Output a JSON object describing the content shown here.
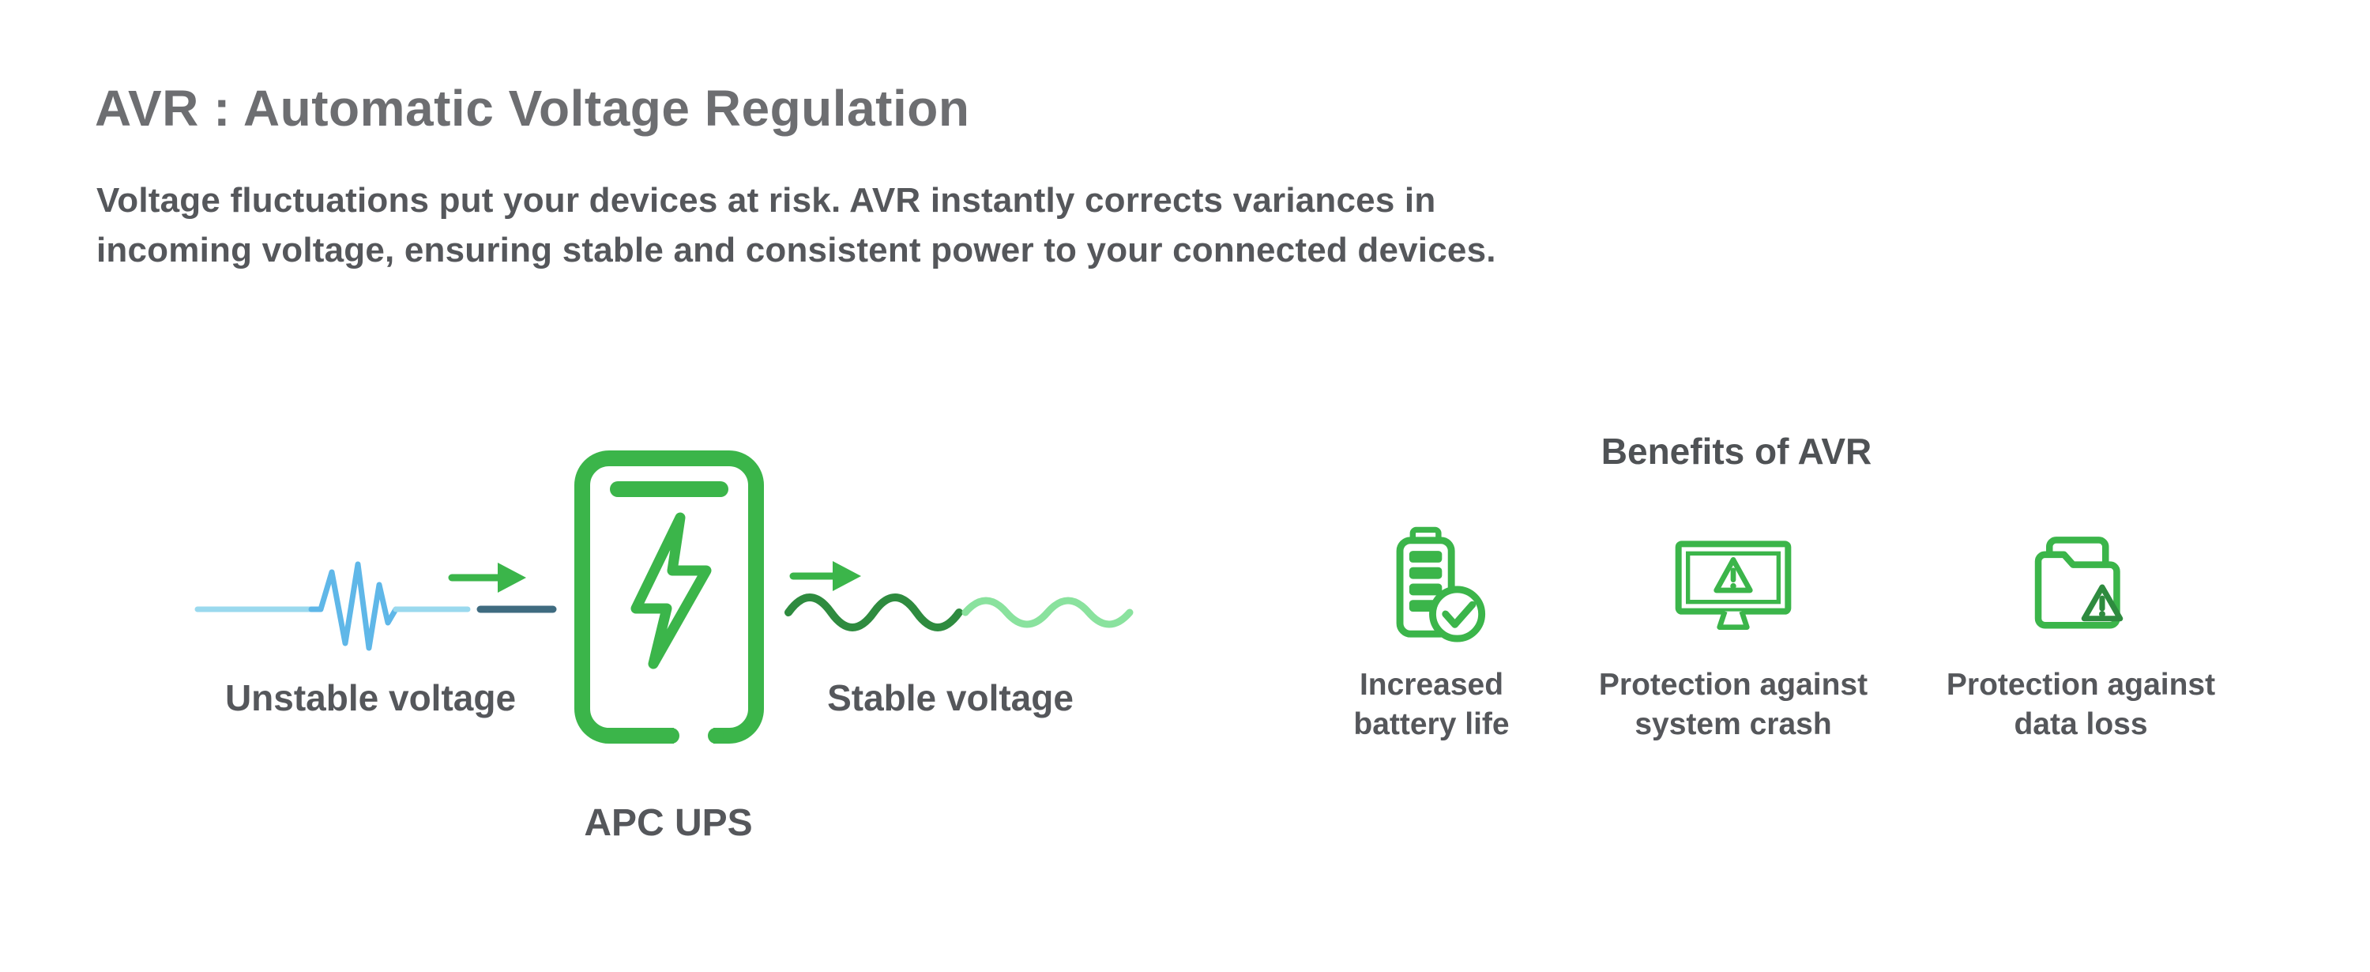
{
  "page": {
    "title": "AVR : Automatic Voltage Regulation",
    "description_line1": "Voltage fluctuations put your devices at risk. AVR instantly corrects variances in",
    "description_line2": "incoming voltage, ensuring stable and consistent power to your connected devices."
  },
  "diagram": {
    "unstable_label": "Unstable voltage",
    "stable_label": "Stable voltage",
    "ups_label": "APC UPS",
    "flow": [
      "unstable-waveform",
      "arrow-right",
      "ups-device",
      "arrow-right",
      "stable-waveform"
    ]
  },
  "benefits": {
    "heading": "Benefits of AVR",
    "items": [
      {
        "icon": "battery-check-icon",
        "label_line1": "Increased",
        "label_line2": "battery life"
      },
      {
        "icon": "monitor-warning-icon",
        "label_line1": "Protection against",
        "label_line2": "system crash"
      },
      {
        "icon": "folder-warning-icon",
        "label_line1": "Protection against",
        "label_line2": "data loss"
      }
    ]
  },
  "colors": {
    "accent_green": "#3bb54a",
    "dark_green": "#2e8b3f",
    "light_green": "#8ae29e",
    "light_blue": "#9ad9ee",
    "medium_blue": "#5fb7e8",
    "slate_blue": "#3f6b80",
    "title_gray": "#6d6e71",
    "text_gray": "#55575b"
  }
}
